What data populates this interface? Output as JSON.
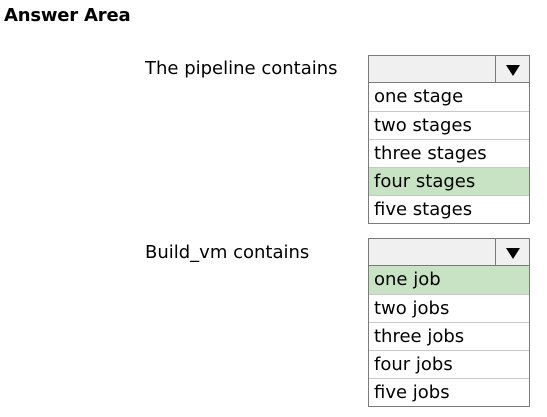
{
  "answer_area": {
    "title": "Answer Area"
  },
  "questions": [
    {
      "label": "The pipeline contains",
      "options": [
        "one stage",
        "two stages",
        "three stages",
        "four stages",
        "five stages"
      ],
      "selected": "four stages"
    },
    {
      "label": "Build_vm contains",
      "options": [
        "one job",
        "two jobs",
        "three jobs",
        "four jobs",
        "five jobs"
      ],
      "selected": "one job"
    }
  ],
  "icons": {
    "dropdown_arrow": "chevron-down-icon"
  },
  "colors": {
    "selected_highlight": "#c7e3c3",
    "border": "#7a7a7a",
    "header_background": "#f0f0f0"
  }
}
